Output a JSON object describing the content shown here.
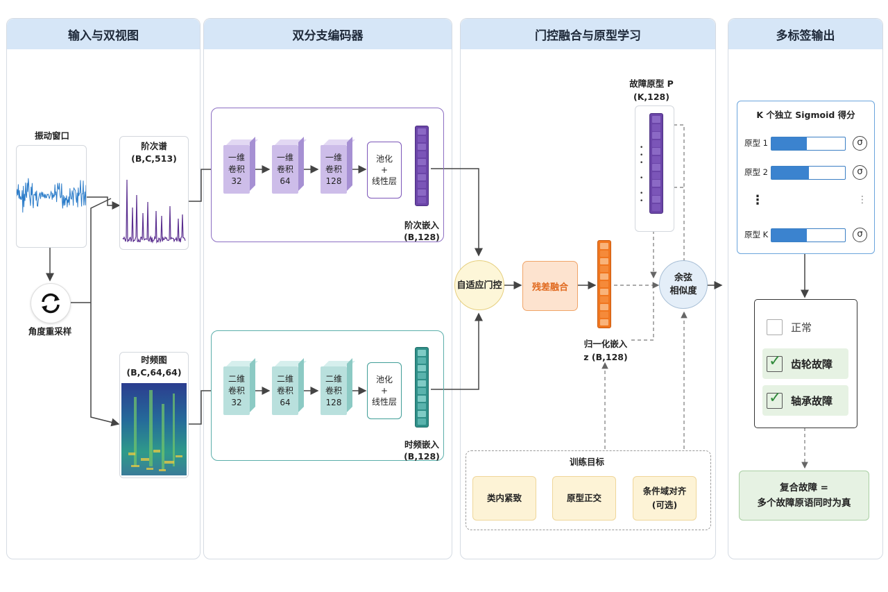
{
  "panels": {
    "input": "输入与双视图",
    "encoder": "双分支编码器",
    "fusion": "门控融合与原型学习",
    "output": "多标签输出"
  },
  "input": {
    "window_label": "振动窗口",
    "resample_label": "角度重采样",
    "order_title": "阶次谱",
    "order_shape": "(B,C,513)",
    "tf_title": "时频图",
    "tf_shape": "(B,C,64,64)"
  },
  "encoder": {
    "order_branch": {
      "convs": [
        {
          "l1": "一维",
          "l2": "卷积",
          "l3": "32"
        },
        {
          "l1": "一维",
          "l2": "卷积",
          "l3": "64"
        },
        {
          "l1": "一维",
          "l2": "卷积",
          "l3": "128"
        }
      ],
      "pool": {
        "l1": "池化",
        "l2": "+",
        "l3": "线性层"
      },
      "embed_label": "阶次嵌入",
      "embed_shape": "(B,128)"
    },
    "tf_branch": {
      "convs": [
        {
          "l1": "二维",
          "l2": "卷积",
          "l3": "32"
        },
        {
          "l1": "二维",
          "l2": "卷积",
          "l3": "64"
        },
        {
          "l1": "二维",
          "l2": "卷积",
          "l3": "128"
        }
      ],
      "pool": {
        "l1": "池化",
        "l2": "+",
        "l3": "线性层"
      },
      "embed_label": "时频嵌入",
      "embed_shape": "(B,128)"
    }
  },
  "fusion": {
    "gate": "自适应门控",
    "residual": "残差融合",
    "prototype_title": "故障原型 P",
    "prototype_shape": "(K,128)",
    "norm_embed_label": "归一化嵌入",
    "norm_embed_shape": "z (B,128)",
    "cosine_l1": "余弦",
    "cosine_l2": "相似度",
    "training_title": "训练目标",
    "objectives": [
      {
        "l1": "类内紧致",
        "l2": ""
      },
      {
        "l1": "原型正交",
        "l2": ""
      },
      {
        "l1": "条件域对齐",
        "l2": "(可选)"
      }
    ]
  },
  "output": {
    "score_title": "K 个独立 Sigmoid 得分",
    "scores": [
      {
        "name": "原型 1",
        "value": 0.48
      },
      {
        "name": "原型 2",
        "value": 0.51
      },
      {
        "name": "原型 K",
        "value": 0.48
      }
    ],
    "sigma": "σ",
    "ellipsis": "⋮",
    "labels": [
      {
        "text": "正常",
        "checked": false
      },
      {
        "text": "齿轮故障",
        "checked": true
      },
      {
        "text": "轴承故障",
        "checked": true
      }
    ],
    "check_mark": "✓",
    "compound_l1": "复合故障 =",
    "compound_l2": "多个故障原语同时为真"
  },
  "colors": {
    "header": "#d6e6f7",
    "order_purple": "#7b55b8",
    "tf_teal": "#3f9d97",
    "gate_yellow": "#fdf6d8",
    "residual_orange": "#f5873a",
    "score_blue": "#3b83cf",
    "compound_green": "#e6f2e3"
  }
}
